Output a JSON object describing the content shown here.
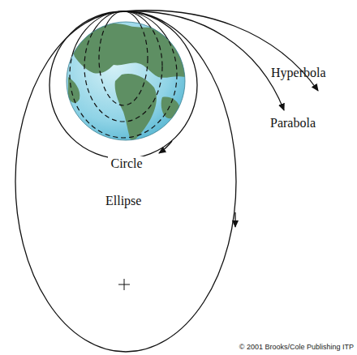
{
  "diagram": {
    "labels": [
      "Hyperbola",
      "Parabola",
      "Circle",
      "Ellipse",
      "© 2001 Brooks/Cole Publishing ITP"
    ]
  }
}
